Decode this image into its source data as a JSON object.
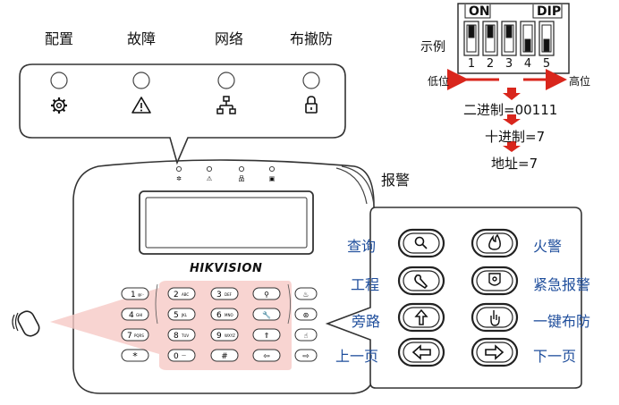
{
  "status_leds": {
    "config": "配置",
    "fault": "故障",
    "network": "网络",
    "arm": "布撤防"
  },
  "dip": {
    "example": "示例",
    "on": "ON",
    "dip": "DIP",
    "numbers": [
      "1",
      "2",
      "3",
      "4",
      "5"
    ],
    "low": "低位",
    "high": "高位",
    "binary": "二进制=00111",
    "decimal": "十进制=7",
    "address": "地址=7"
  },
  "brand": "HIKVISION",
  "alarm_title": "报警",
  "keys_left": [
    "查询",
    "工程",
    "旁路",
    "上一页"
  ],
  "keys_right": [
    "火警",
    "紧急报警",
    "一键布防",
    "下一页"
  ],
  "keypad": {
    "row1": [
      "1",
      "2 ABC",
      "3 DEF"
    ],
    "row2": [
      "4 GHI",
      "5 JKL",
      "6 MNO"
    ],
    "row3": [
      "7 PQRS",
      "8 TUV",
      "9 WXYZ"
    ],
    "row4": [
      "*",
      "0",
      "#"
    ]
  },
  "colors": {
    "accent_red": "#d9261c",
    "label_blue": "#1f4e9c",
    "highlight": "#f6c9c6"
  }
}
